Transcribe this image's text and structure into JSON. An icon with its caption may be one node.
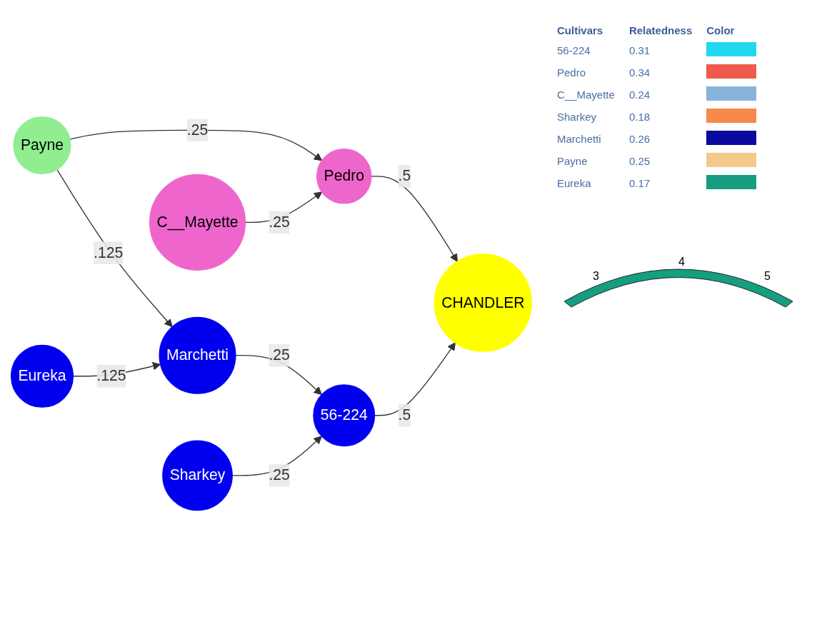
{
  "diagram": {
    "nodes": [
      {
        "text": [
          "Payne"
        ]
      },
      {
        "text": [
          "C__Mayette"
        ]
      },
      {
        "text": [
          "Eureka"
        ]
      },
      {
        "text": [
          "Marchetti"
        ]
      },
      {
        "text": [
          "Pedro"
        ]
      },
      {
        "text": [
          "Sharkey"
        ]
      },
      {
        "text": [
          "56-224"
        ]
      },
      {
        "text": [
          "CHANDLER"
        ]
      }
    ],
    "edges": [
      {
        "from": 0,
        "to": 3,
        "label": ".125",
        "arrow": "to"
      },
      {
        "from": 0,
        "to": 4,
        "label": ".25",
        "arrow": "to"
      },
      {
        "from": 1,
        "to": 4,
        "label": ".25",
        "arrow": "to"
      },
      {
        "from": 2,
        "to": 3,
        "label": ".125",
        "arrow": "to"
      },
      {
        "from": 3,
        "to": 6,
        "label": ".25",
        "arrow": "to"
      },
      {
        "from": 5,
        "to": 6,
        "label": ".25",
        "arrow": "to"
      },
      {
        "from": 4,
        "to": 7,
        "label": ".5",
        "arrow": "to"
      },
      {
        "from": 6,
        "to": 7,
        "label": ".5",
        "arrow": "to"
      }
    ],
    "labels": [
      "Cultivars",
      "Relatedness",
      "Color",
      "0.31",
      "0.34",
      "0.24",
      "0.18",
      "0.26",
      "0.25",
      "0.17",
      "3",
      "4",
      "5"
    ],
    "legend": [
      {
        "text": "56-224",
        "color": "#22d8f0"
      },
      {
        "text": "Pedro",
        "color": "#f05a4a"
      },
      {
        "text": "C__Mayette",
        "color": "#88b4dc"
      },
      {
        "text": "Sharkey",
        "color": "#f7894a"
      },
      {
        "text": "Marchetti",
        "color": "#0a0aa0"
      },
      {
        "text": "Payne",
        "color": "#f5c98a"
      },
      {
        "text": "Eureka",
        "color": "#159e80"
      }
    ]
  }
}
